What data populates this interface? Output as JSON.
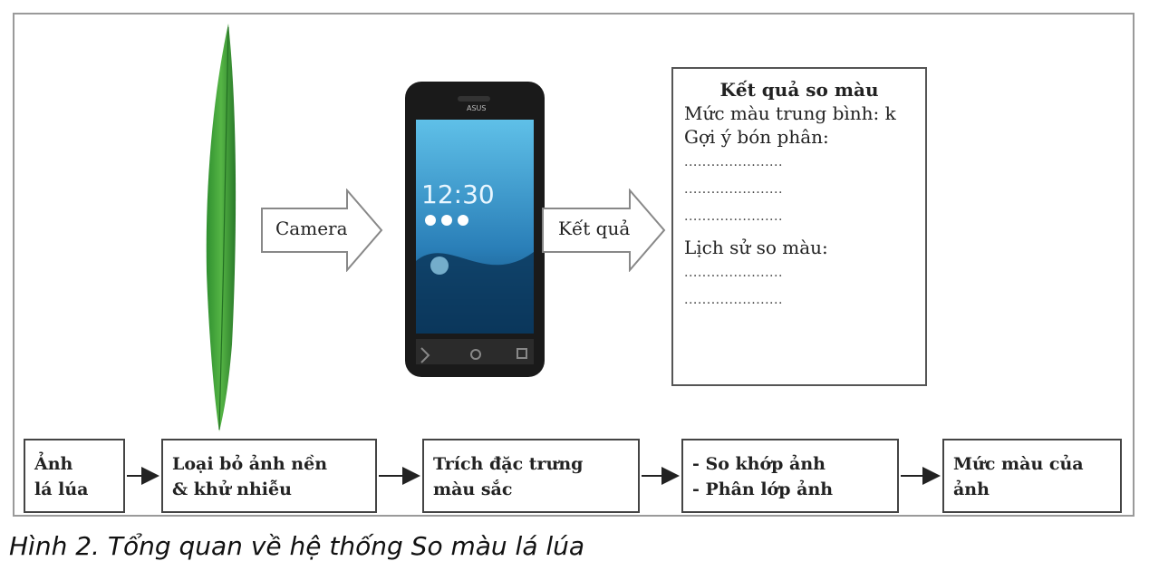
{
  "diagram": {
    "camera_label": "Camera",
    "result_label": "Kết quả",
    "phone": {
      "clock": "12:30",
      "brand": "ASUS"
    },
    "result_box": {
      "title": "Kết quả so màu",
      "line1": "Mức màu trung bình: k",
      "line2": "Gợi ý bón phân:",
      "dots1": "......................",
      "dots2": "......................",
      "dots3": "......................",
      "history": "Lịch sử so màu:",
      "dots4": "......................",
      "dots5": "......................"
    },
    "steps": [
      {
        "label": "Ảnh\nlá lúa"
      },
      {
        "label": "Loại bỏ ảnh nền\n& khử nhiễu"
      },
      {
        "label": "Trích đặc trưng\nmàu sắc"
      },
      {
        "label": "- So khớp ảnh\n- Phân lớp ảnh"
      },
      {
        "label": "Mức màu của\nảnh"
      }
    ]
  },
  "caption": "Hình 2. Tổng quan về hệ thống So màu lá lúa",
  "colors": {
    "leaf": "#3aa23a",
    "phone_body": "#1a1a1a",
    "screen": "#2a7fb8"
  }
}
